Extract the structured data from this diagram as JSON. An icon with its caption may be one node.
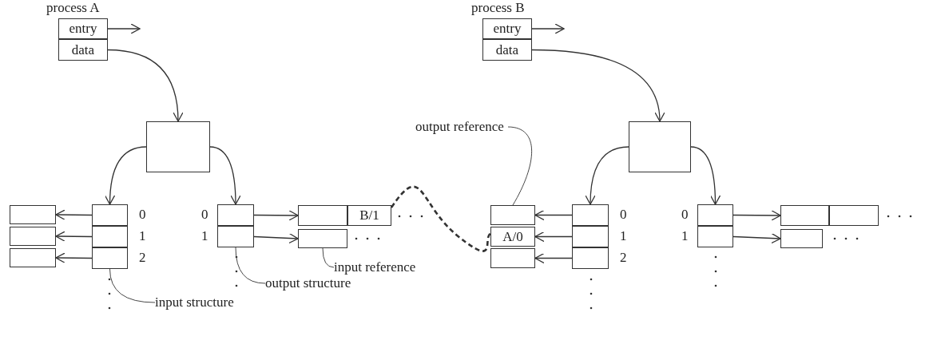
{
  "diagram": {
    "nodes": [
      {
        "text": [
          "entry"
        ]
      },
      {
        "text": [
          "data"
        ]
      },
      {
        "text": [],
        "shape": "box"
      },
      {
        "text": [],
        "shape": "box",
        "beside": [
          "0"
        ]
      },
      {
        "text": [],
        "shape": "box",
        "beside": [
          "1"
        ]
      },
      {
        "text": [],
        "shape": "box",
        "beside": [
          "2"
        ]
      },
      {
        "text": [],
        "shape": "box"
      },
      {
        "text": [],
        "shape": "box"
      },
      {
        "text": [],
        "shape": "box"
      },
      {
        "text": [],
        "shape": "box",
        "beside": [
          "0"
        ]
      },
      {
        "text": [],
        "shape": "box",
        "beside": [
          "1"
        ]
      },
      {
        "text": [],
        "shape": "box"
      },
      {
        "text": [
          "B/1"
        ]
      },
      {
        "text": [],
        "shape": "box"
      },
      {
        "text": [
          "entry"
        ]
      },
      {
        "text": [
          "data"
        ]
      },
      {
        "text": [],
        "shape": "box"
      },
      {
        "text": [],
        "shape": "box",
        "beside": [
          "0"
        ]
      },
      {
        "text": [],
        "shape": "box",
        "beside": [
          "1"
        ]
      },
      {
        "text": [],
        "shape": "box",
        "beside": [
          "2"
        ]
      },
      {
        "text": [],
        "shape": "box"
      },
      {
        "text": [
          "A/0"
        ]
      },
      {
        "text": [],
        "shape": "box"
      },
      {
        "text": [],
        "shape": "box",
        "beside": [
          "0"
        ]
      },
      {
        "text": [],
        "shape": "box",
        "beside": [
          "1"
        ]
      },
      {
        "text": [],
        "shape": "box"
      },
      {
        "text": [],
        "shape": "box"
      },
      {
        "text": [],
        "shape": "box"
      },
      {
        "text": [
          "output reference"
        ]
      },
      {
        "text": [
          "input reference"
        ]
      },
      {
        "text": [
          "output structure"
        ]
      },
      {
        "text": [
          "input structure"
        ]
      }
    ],
    "edges": [
      {
        "from": 0,
        "to": null,
        "arrow": "to"
      },
      {
        "from": 1,
        "to": 2,
        "arrow": "to"
      },
      {
        "from": 2,
        "to": 3,
        "arrow": "to"
      },
      {
        "from": 2,
        "to": 9,
        "arrow": "to"
      },
      {
        "from": 3,
        "to": 6,
        "arrow": "to"
      },
      {
        "from": 4,
        "to": 7,
        "arrow": "to"
      },
      {
        "from": 5,
        "to": 8,
        "arrow": "to"
      },
      {
        "from": 9,
        "to": 11,
        "arrow": "to"
      },
      {
        "from": 10,
        "to": 13,
        "arrow": "to"
      },
      {
        "from": 12,
        "to": 21,
        "arrow": "none",
        "style": "dashed"
      },
      {
        "from": 14,
        "to": null,
        "arrow": "to"
      },
      {
        "from": 15,
        "to": 16,
        "arrow": "to"
      },
      {
        "from": 16,
        "to": 17,
        "arrow": "to"
      },
      {
        "from": 16,
        "to": 23,
        "arrow": "to"
      },
      {
        "from": 17,
        "to": 20,
        "arrow": "to"
      },
      {
        "from": 18,
        "to": 21,
        "arrow": "to"
      },
      {
        "from": 19,
        "to": 22,
        "arrow": "to"
      },
      {
        "from": 23,
        "to": 25,
        "arrow": "to"
      },
      {
        "from": 24,
        "to": 27,
        "arrow": "to"
      },
      {
        "from": 28,
        "to": 20,
        "arrow": "none"
      },
      {
        "from": 29,
        "to": 13,
        "arrow": "none"
      },
      {
        "from": 30,
        "to": 10,
        "arrow": "none"
      },
      {
        "from": 31,
        "to": 5,
        "arrow": "none"
      }
    ],
    "labels": [
      "process A",
      "process B"
    ]
  }
}
